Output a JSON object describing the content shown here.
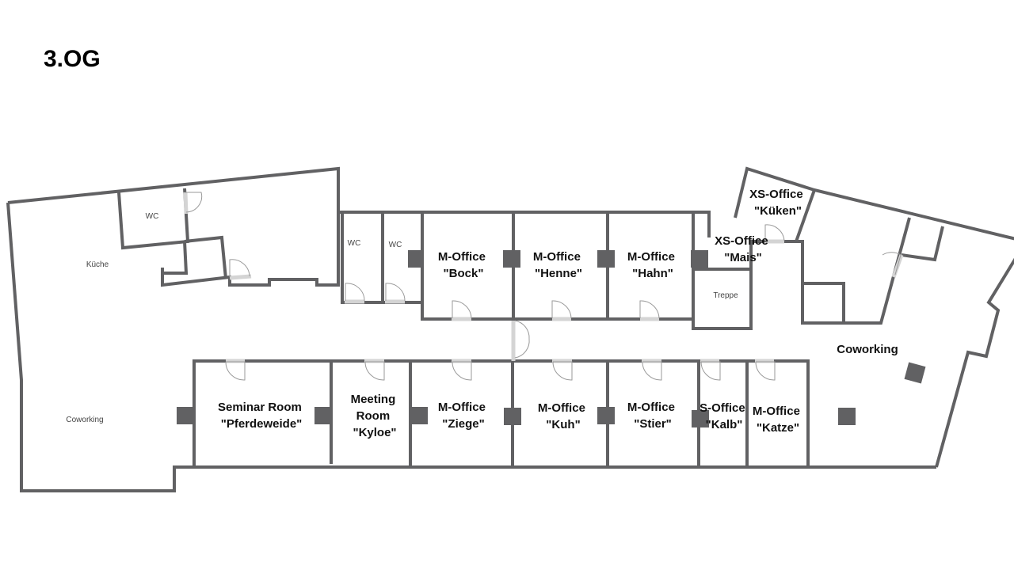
{
  "floor": {
    "title": "3.OG"
  },
  "rooms": {
    "kueche": {
      "lines": [
        "Küche"
      ]
    },
    "coworking_west": {
      "lines": [
        "Coworking"
      ]
    },
    "wc_1": {
      "lines": [
        "WC"
      ]
    },
    "wc_2": {
      "lines": [
        "WC"
      ]
    },
    "wc_3": {
      "lines": [
        "WC"
      ]
    },
    "bock": {
      "lines": [
        "M-Office",
        "\"Bock\""
      ]
    },
    "henne": {
      "lines": [
        "M-Office",
        "\"Henne\""
      ]
    },
    "hahn": {
      "lines": [
        "M-Office",
        "\"Hahn\""
      ]
    },
    "mais": {
      "lines": [
        "XS-Office",
        "\"Mais\""
      ]
    },
    "treppe": {
      "lines": [
        "Treppe"
      ]
    },
    "kueken": {
      "lines": [
        "XS-Office",
        "\"Küken\""
      ]
    },
    "coworking_east": {
      "lines": [
        "Coworking"
      ]
    },
    "pferdeweide": {
      "lines": [
        "Seminar Room",
        "\"Pferdeweide\""
      ]
    },
    "kyloe": {
      "lines": [
        "Meeting",
        "Room",
        "\"Kyloe\""
      ]
    },
    "ziege": {
      "lines": [
        "M-Office",
        "\"Ziege\""
      ]
    },
    "kuh": {
      "lines": [
        "M-Office",
        "\"Kuh\""
      ]
    },
    "stier": {
      "lines": [
        "M-Office",
        "\"Stier\""
      ]
    },
    "kalb": {
      "lines": [
        "S-Office",
        "\"Kalb\""
      ]
    },
    "katze": {
      "lines": [
        "M-Office",
        "\"Katze\""
      ]
    }
  }
}
